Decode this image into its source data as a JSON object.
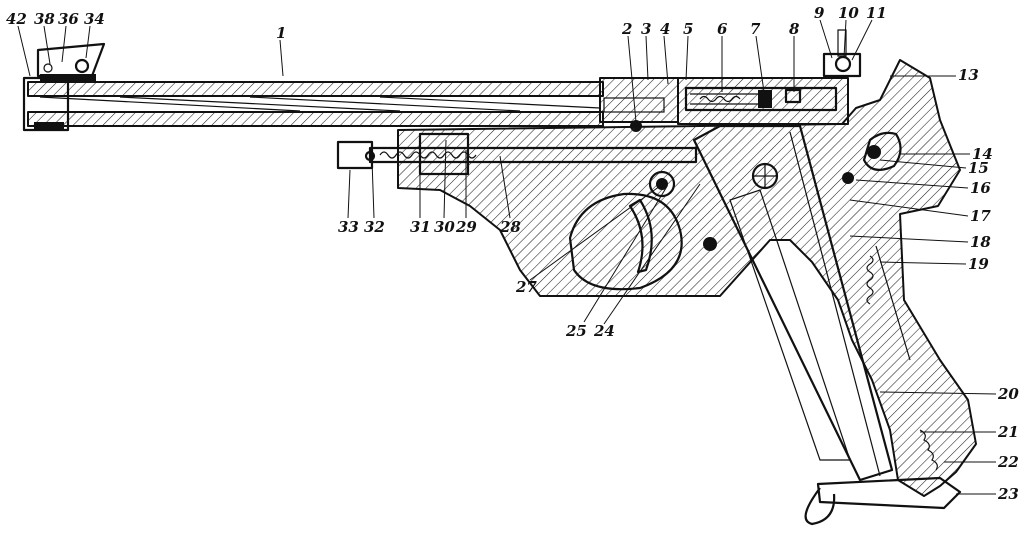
{
  "labels": {
    "l1": "1",
    "l2": "2",
    "l3": "3",
    "l4": "4",
    "l5": "5",
    "l6": "6",
    "l7": "7",
    "l8": "8",
    "l9": "9",
    "l10": "10",
    "l11": "11",
    "l13": "13",
    "l14": "14",
    "l15": "15",
    "l16": "16",
    "l17": "17",
    "l18": "18",
    "l19": "19",
    "l20": "20",
    "l21": "21",
    "l22": "22",
    "l23": "23",
    "l24": "24",
    "l25": "25",
    "l27": "27",
    "l28": "28",
    "l29": "29",
    "l30": "30",
    "l31": "31",
    "l32": "32",
    "l33": "33",
    "l34": "34",
    "l36": "36",
    "l38": "38",
    "l42": "42"
  }
}
